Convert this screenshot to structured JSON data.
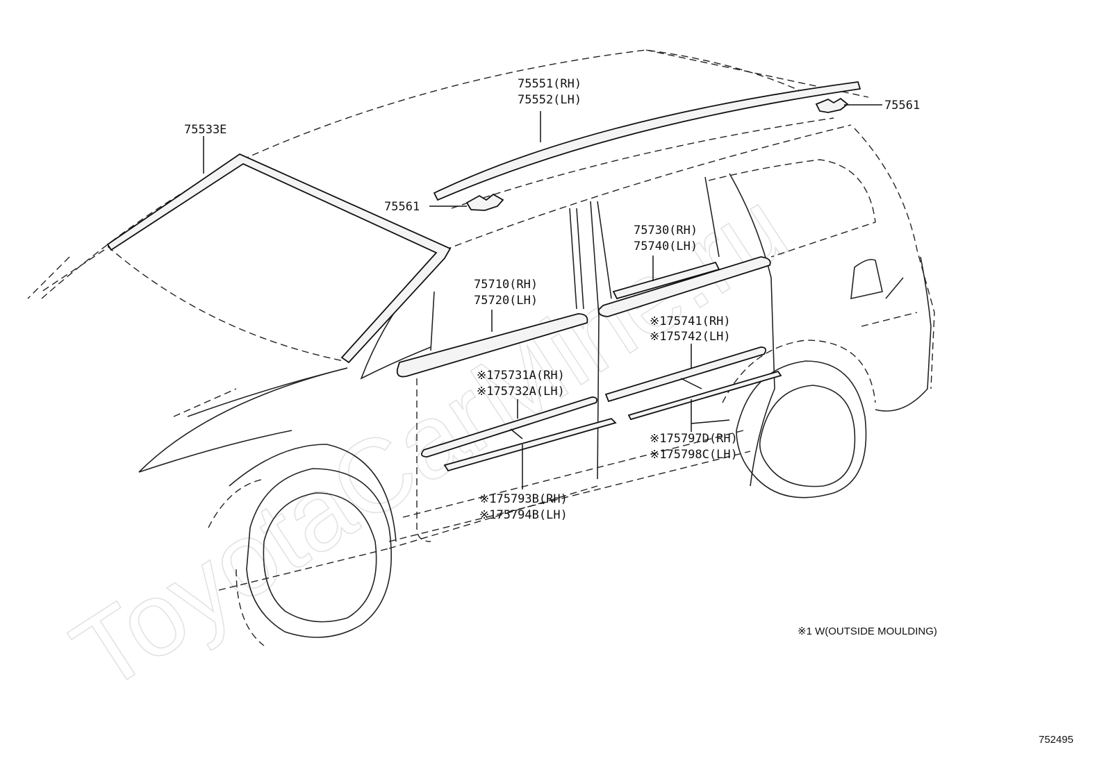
{
  "diagram": {
    "watermark": "ToyotaCarMine.ru",
    "figure_code": "752495",
    "footnote": "※1 W(OUTSIDE MOULDING)",
    "callouts": {
      "windshield": [
        "75533E"
      ],
      "roof_rail": [
        "75551(RH)",
        "75552(LH)"
      ],
      "roof_clip_front": [
        "75561"
      ],
      "roof_clip_rear": [
        "75561"
      ],
      "front_belt": [
        "75710(RH)",
        "75720(LH)"
      ],
      "rear_belt": [
        "75730(RH)",
        "75740(LH)"
      ],
      "rear_body_moulding": [
        "※175741(RH)",
        "※175742(LH)"
      ],
      "front_body_moulding": [
        "※175731A(RH)",
        "※175732A(LH)"
      ],
      "rear_lower_moulding": [
        "※175797D(RH)",
        "※175798C(LH)"
      ],
      "front_lower_moulding": [
        "※175793B(RH)",
        "※175794B(LH)"
      ]
    }
  }
}
